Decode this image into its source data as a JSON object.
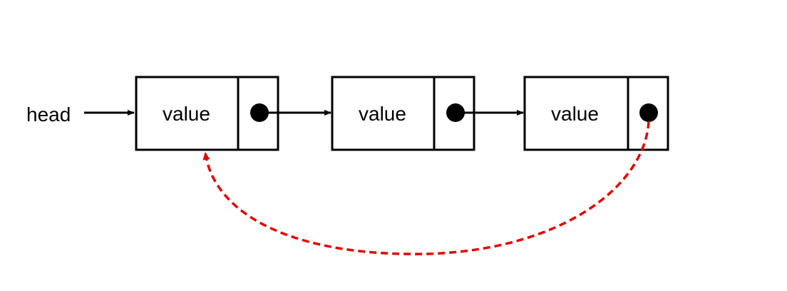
{
  "diagram": {
    "head_label": "head",
    "nodes": [
      {
        "value_label": "value"
      },
      {
        "value_label": "value"
      },
      {
        "value_label": "value"
      }
    ],
    "colors": {
      "stroke": "#000000",
      "back_link": "#e60000",
      "background": "#ffffff"
    }
  }
}
